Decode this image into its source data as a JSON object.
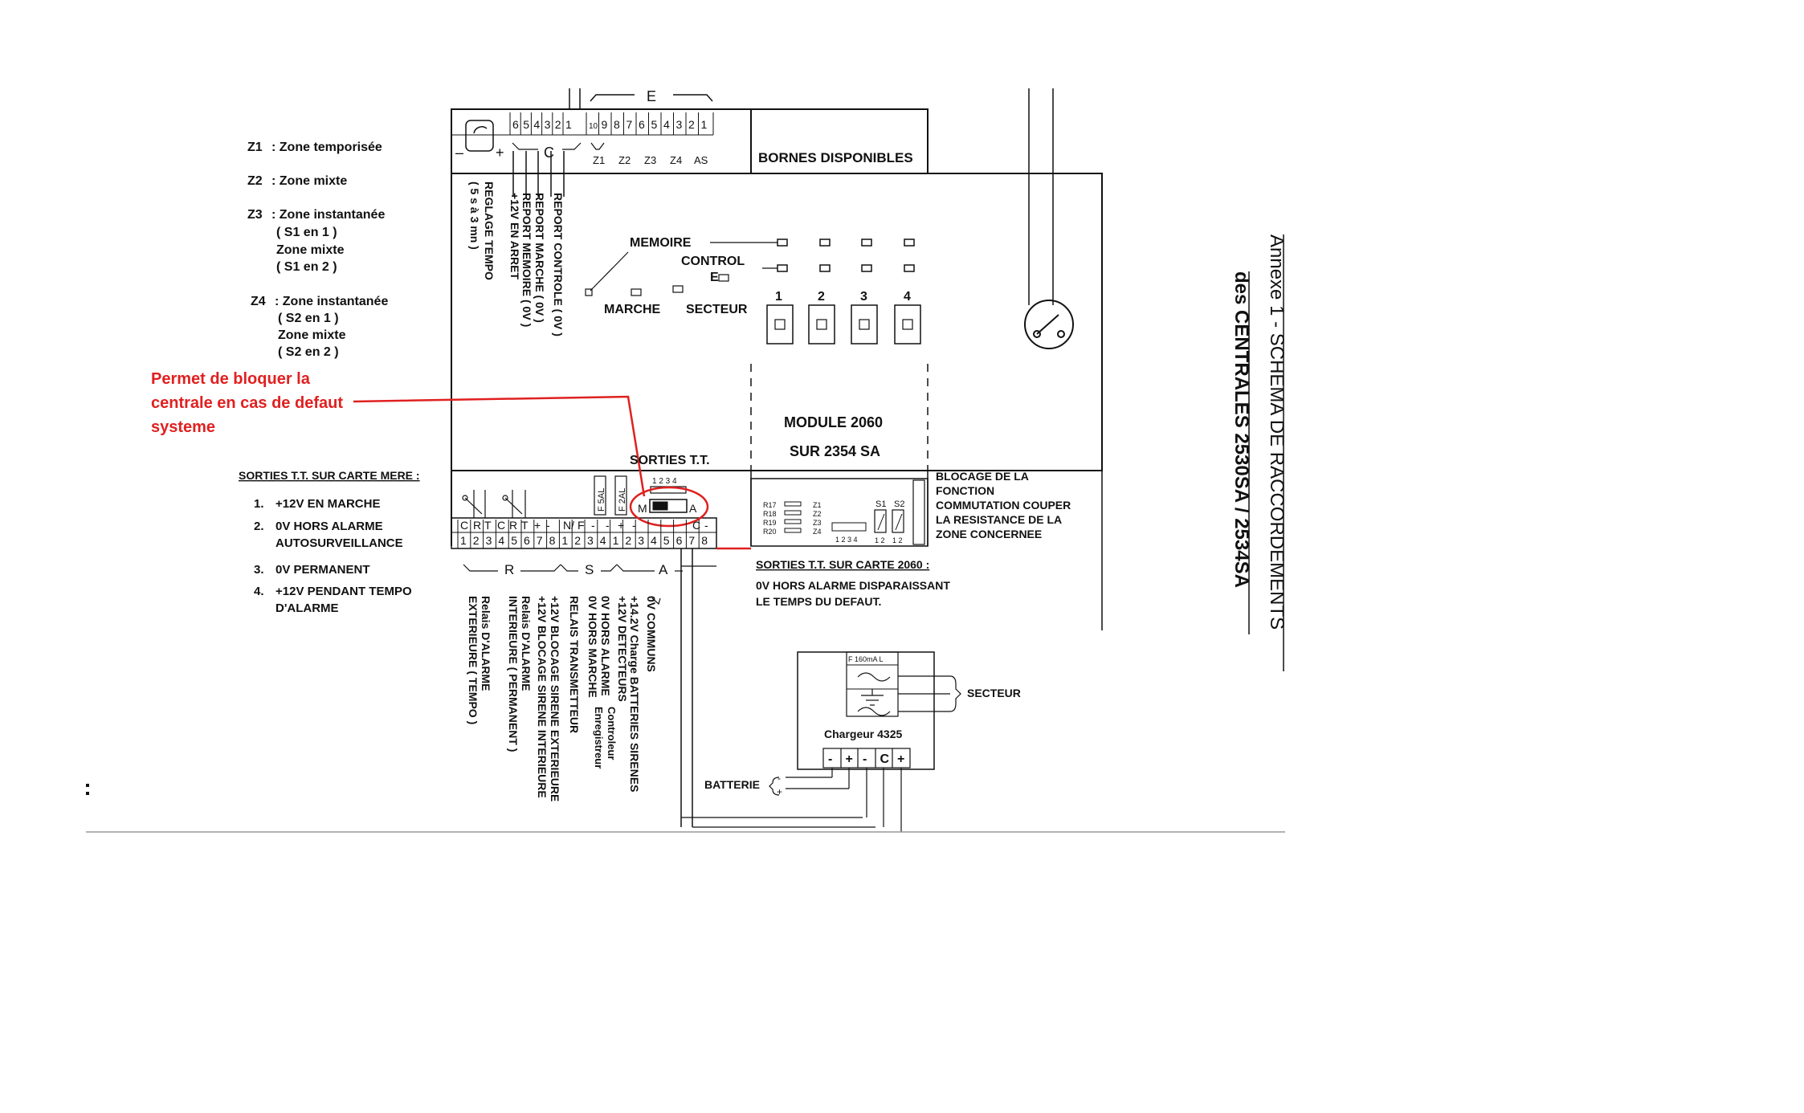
{
  "zones_legend": {
    "z1": {
      "code": "Z1",
      "text": ": Zone temporisée"
    },
    "z2": {
      "code": "Z2",
      "text": ": Zone mixte"
    },
    "z3": {
      "code": "Z3",
      "text": ": Zone instantanée",
      "l2": "( S1 en 1 )",
      "l3": "Zone mixte",
      "l4": "( S1 en 2 )"
    },
    "z4": {
      "code": "Z4",
      "text": ": Zone instantanée",
      "l2": "( S2 en 1 )",
      "l3": "Zone mixte",
      "l4": "( S2 en 2 )"
    }
  },
  "annotation": {
    "line1": "Permet de bloquer la",
    "line2": "centrale en cas de defaut",
    "line3": "systeme",
    "color": "#e02020"
  },
  "sorties_mere": {
    "title": "SORTIES T.T. SUR CARTE MERE :",
    "items": [
      {
        "num": "1.",
        "line1": "+12V EN MARCHE"
      },
      {
        "num": "2.",
        "line1": "0V HORS ALARME",
        "line2": "AUTOSURVEILLANCE"
      },
      {
        "num": "3.",
        "line1": "0V PERMANENT"
      },
      {
        "num": "4.",
        "line1": "+12V PENDANT TEMPO",
        "line2": "D'ALARME"
      }
    ]
  },
  "top_block": {
    "e_label": "E",
    "c_label": "C",
    "minus": "–",
    "plus": "+",
    "c_terminals": [
      "6",
      "5",
      "4",
      "3",
      "2",
      "1"
    ],
    "e_terminals": [
      "10",
      "9",
      "8",
      "7",
      "6",
      "5",
      "4",
      "3",
      "2",
      "1"
    ],
    "zone_labels": [
      "Z1",
      "Z2",
      "Z3",
      "Z4",
      "AS"
    ],
    "bornes": "BORNES DISPONIBLES"
  },
  "vertical_top_labels": {
    "reglage": "REGLAGE TEMPO",
    "tempo_range": "( 5 s à 3 mn )",
    "arret": "+12V EN ARRET",
    "memoire": "REPORT MEMOIRE ( 0V )",
    "marche": "REPORT MARCHE ( 0V )",
    "controle": "REPORT CONTROLE ( 0V )"
  },
  "leds": {
    "memoire": "MEMOIRE",
    "control": "CONTROL",
    "control_e": "E",
    "marche": "MARCHE",
    "secteur": "SECTEUR",
    "numbers": [
      "1",
      "2",
      "3",
      "4"
    ]
  },
  "module": {
    "line1": "MODULE 2060",
    "line2": "SUR 2354 SA"
  },
  "sorties_tt": {
    "title": "SORTIES T.T.",
    "pins": "1 2 3 4",
    "m": "M",
    "a": "A",
    "fuse1": "F 5AL",
    "fuse2": "F 2AL"
  },
  "bottom_terminals": {
    "labels": [
      "C",
      "R",
      "T",
      "C",
      "R",
      "T",
      "+",
      "-",
      "N/",
      "F",
      "-",
      "-",
      "+",
      "-",
      "",
      "",
      "C",
      "-"
    ],
    "numbers": [
      "1",
      "2",
      "3",
      "4",
      "5",
      "6",
      "7",
      "8",
      "1",
      "2",
      "3",
      "4",
      "1",
      "2",
      "3",
      "4",
      "5",
      "6",
      "7",
      "8"
    ],
    "group_r": "R",
    "group_s": "S",
    "group_a": "A"
  },
  "bottom_vertical_labels": {
    "ext": "Relais D'ALARME",
    "ext2": "EXTERIEURE ( TEMPO )",
    "int": "Relais D'ALARME",
    "int2": "INTERIEURE ( PERMANENT )",
    "sir_int": "+12V BLOCAGE SIRENE INTERIEURE",
    "sir_ext": "+12V BLOCAGE SIRENE EXTERIEURE",
    "relais_tr": "RELAIS TRANSMETTEUR",
    "hors_marche": "0V HORS MARCHE",
    "enregistreur": "Enregistreur",
    "hors_alarme": "0V HORS ALARME",
    "controleur": "Controleur",
    "detecteurs": "+12V DETECTEURS",
    "batteries": "+14.2V Charge BATTERIES SIRENES",
    "communs": "0V COMMUNS"
  },
  "module_board": {
    "r_labels": [
      "R17",
      "R18",
      "R19",
      "R20"
    ],
    "z_labels": [
      "Z1",
      "Z2",
      "Z3",
      "Z4"
    ],
    "pins": "1 2 3 4",
    "s1": "S1",
    "s2": "S2",
    "s_pins": "1 2"
  },
  "blocage": {
    "l1": "BLOCAGE DE LA",
    "l2": "FONCTION",
    "l3": "COMMUTATION  COUPER",
    "l4": "LA RESISTANCE DE LA",
    "l5": "ZONE CONCERNEE"
  },
  "sorties_2060": {
    "title": "SORTIES T.T. SUR CARTE 2060 :",
    "l1": "0V HORS ALARME DISPARAISSANT",
    "l2": "LE TEMPS DU DEFAUT."
  },
  "chargeur": {
    "fuse": "F 160mA L",
    "name": "Chargeur 4325",
    "terminals": [
      "-",
      "+",
      "-",
      "C",
      "+"
    ],
    "secteur": "SECTEUR",
    "batterie": "BATTERIE",
    "bat_minus": "-",
    "bat_plus": "+"
  },
  "side_title": {
    "l1": "Annexe 1 - SCHEMA DE RACCORDEMENTS",
    "l2": "des CENTRALES 2530SA  /  2534SA"
  }
}
